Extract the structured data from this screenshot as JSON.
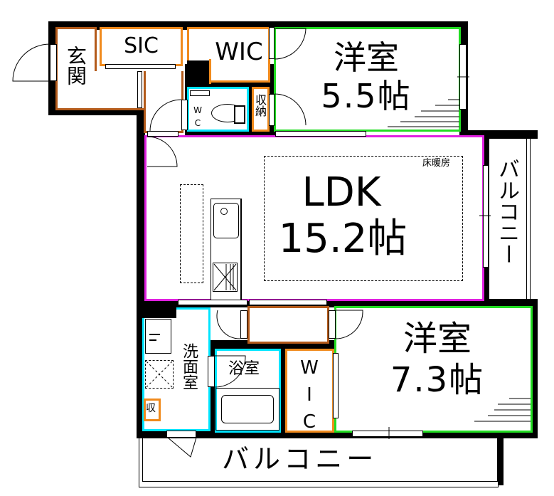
{
  "floorplan": {
    "colors": {
      "wall": "#000000",
      "storage_border": "#f08a1c",
      "entrance_border": "#b35a1a",
      "water_border": "#00e5ff",
      "bedroom_border": "#22dd22",
      "ldk_border": "#e020e0"
    },
    "rooms": {
      "entrance": {
        "label": "玄関"
      },
      "sic": {
        "label": "SIC"
      },
      "wic_top": {
        "label": "WIC"
      },
      "bedroom1": {
        "name": "洋室",
        "size": "5.5帖"
      },
      "wc": {
        "label": "WC"
      },
      "storage_top": {
        "label": "収納"
      },
      "ldk": {
        "name": "LDK",
        "size": "15.2帖",
        "floor_heating": "床暖房"
      },
      "balcony_side": {
        "label": "バルコニー"
      },
      "washroom": {
        "label": "洗面室"
      },
      "storage_small": {
        "label": "収"
      },
      "bathroom": {
        "label": "浴室"
      },
      "wic_bottom": {
        "label": "WIC"
      },
      "bedroom2": {
        "name": "洋室",
        "size": "7.3帖"
      },
      "balcony_bottom": {
        "label": "バルコニー"
      }
    }
  }
}
